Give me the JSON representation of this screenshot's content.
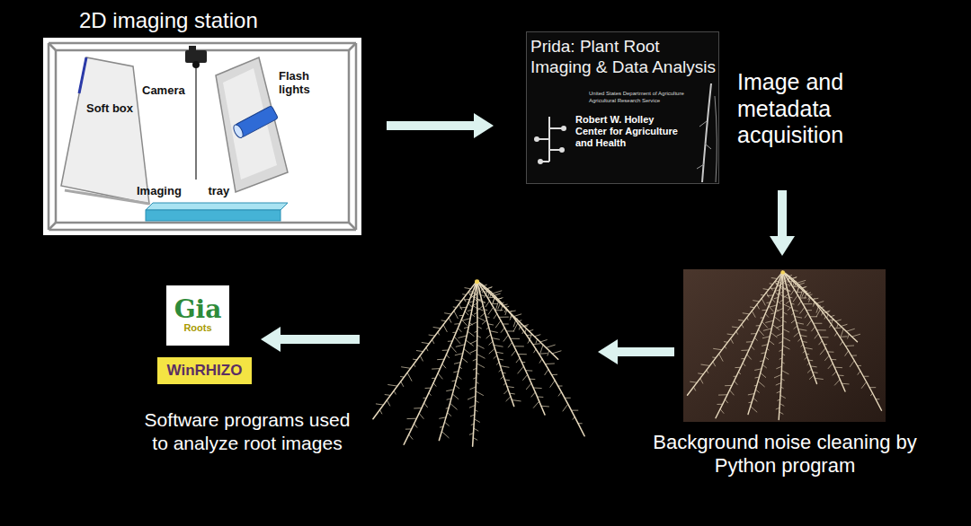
{
  "diagram": {
    "nodes": [
      {
        "text": [
          "2D imaging station",
          "Soft box",
          "Camera",
          "Flash lights",
          "Imaging tray"
        ]
      },
      {
        "text": [
          "Prida: Plant Root Imaging & Data Analysis",
          "United States Department of Agriculture Agricultural Research Service",
          "Robert W. Holley Center for Agriculture and Health",
          "Image and metadata acquisition"
        ]
      },
      {
        "text": [
          "Background noise cleaning by Python program"
        ]
      },
      {
        "text": [
          "Software programs used to analyze root images"
        ]
      },
      {
        "text": [
          "Gia",
          "Roots"
        ],
        "in": 3
      },
      {
        "text": [
          "WinRHIZO"
        ],
        "in": 3
      }
    ],
    "edges": [
      {
        "from": 0,
        "to": 1,
        "arrow": "to"
      },
      {
        "from": 1,
        "to": 2,
        "arrow": "to"
      },
      {
        "from": 2,
        "to": 3,
        "arrow": "to"
      }
    ]
  }
}
